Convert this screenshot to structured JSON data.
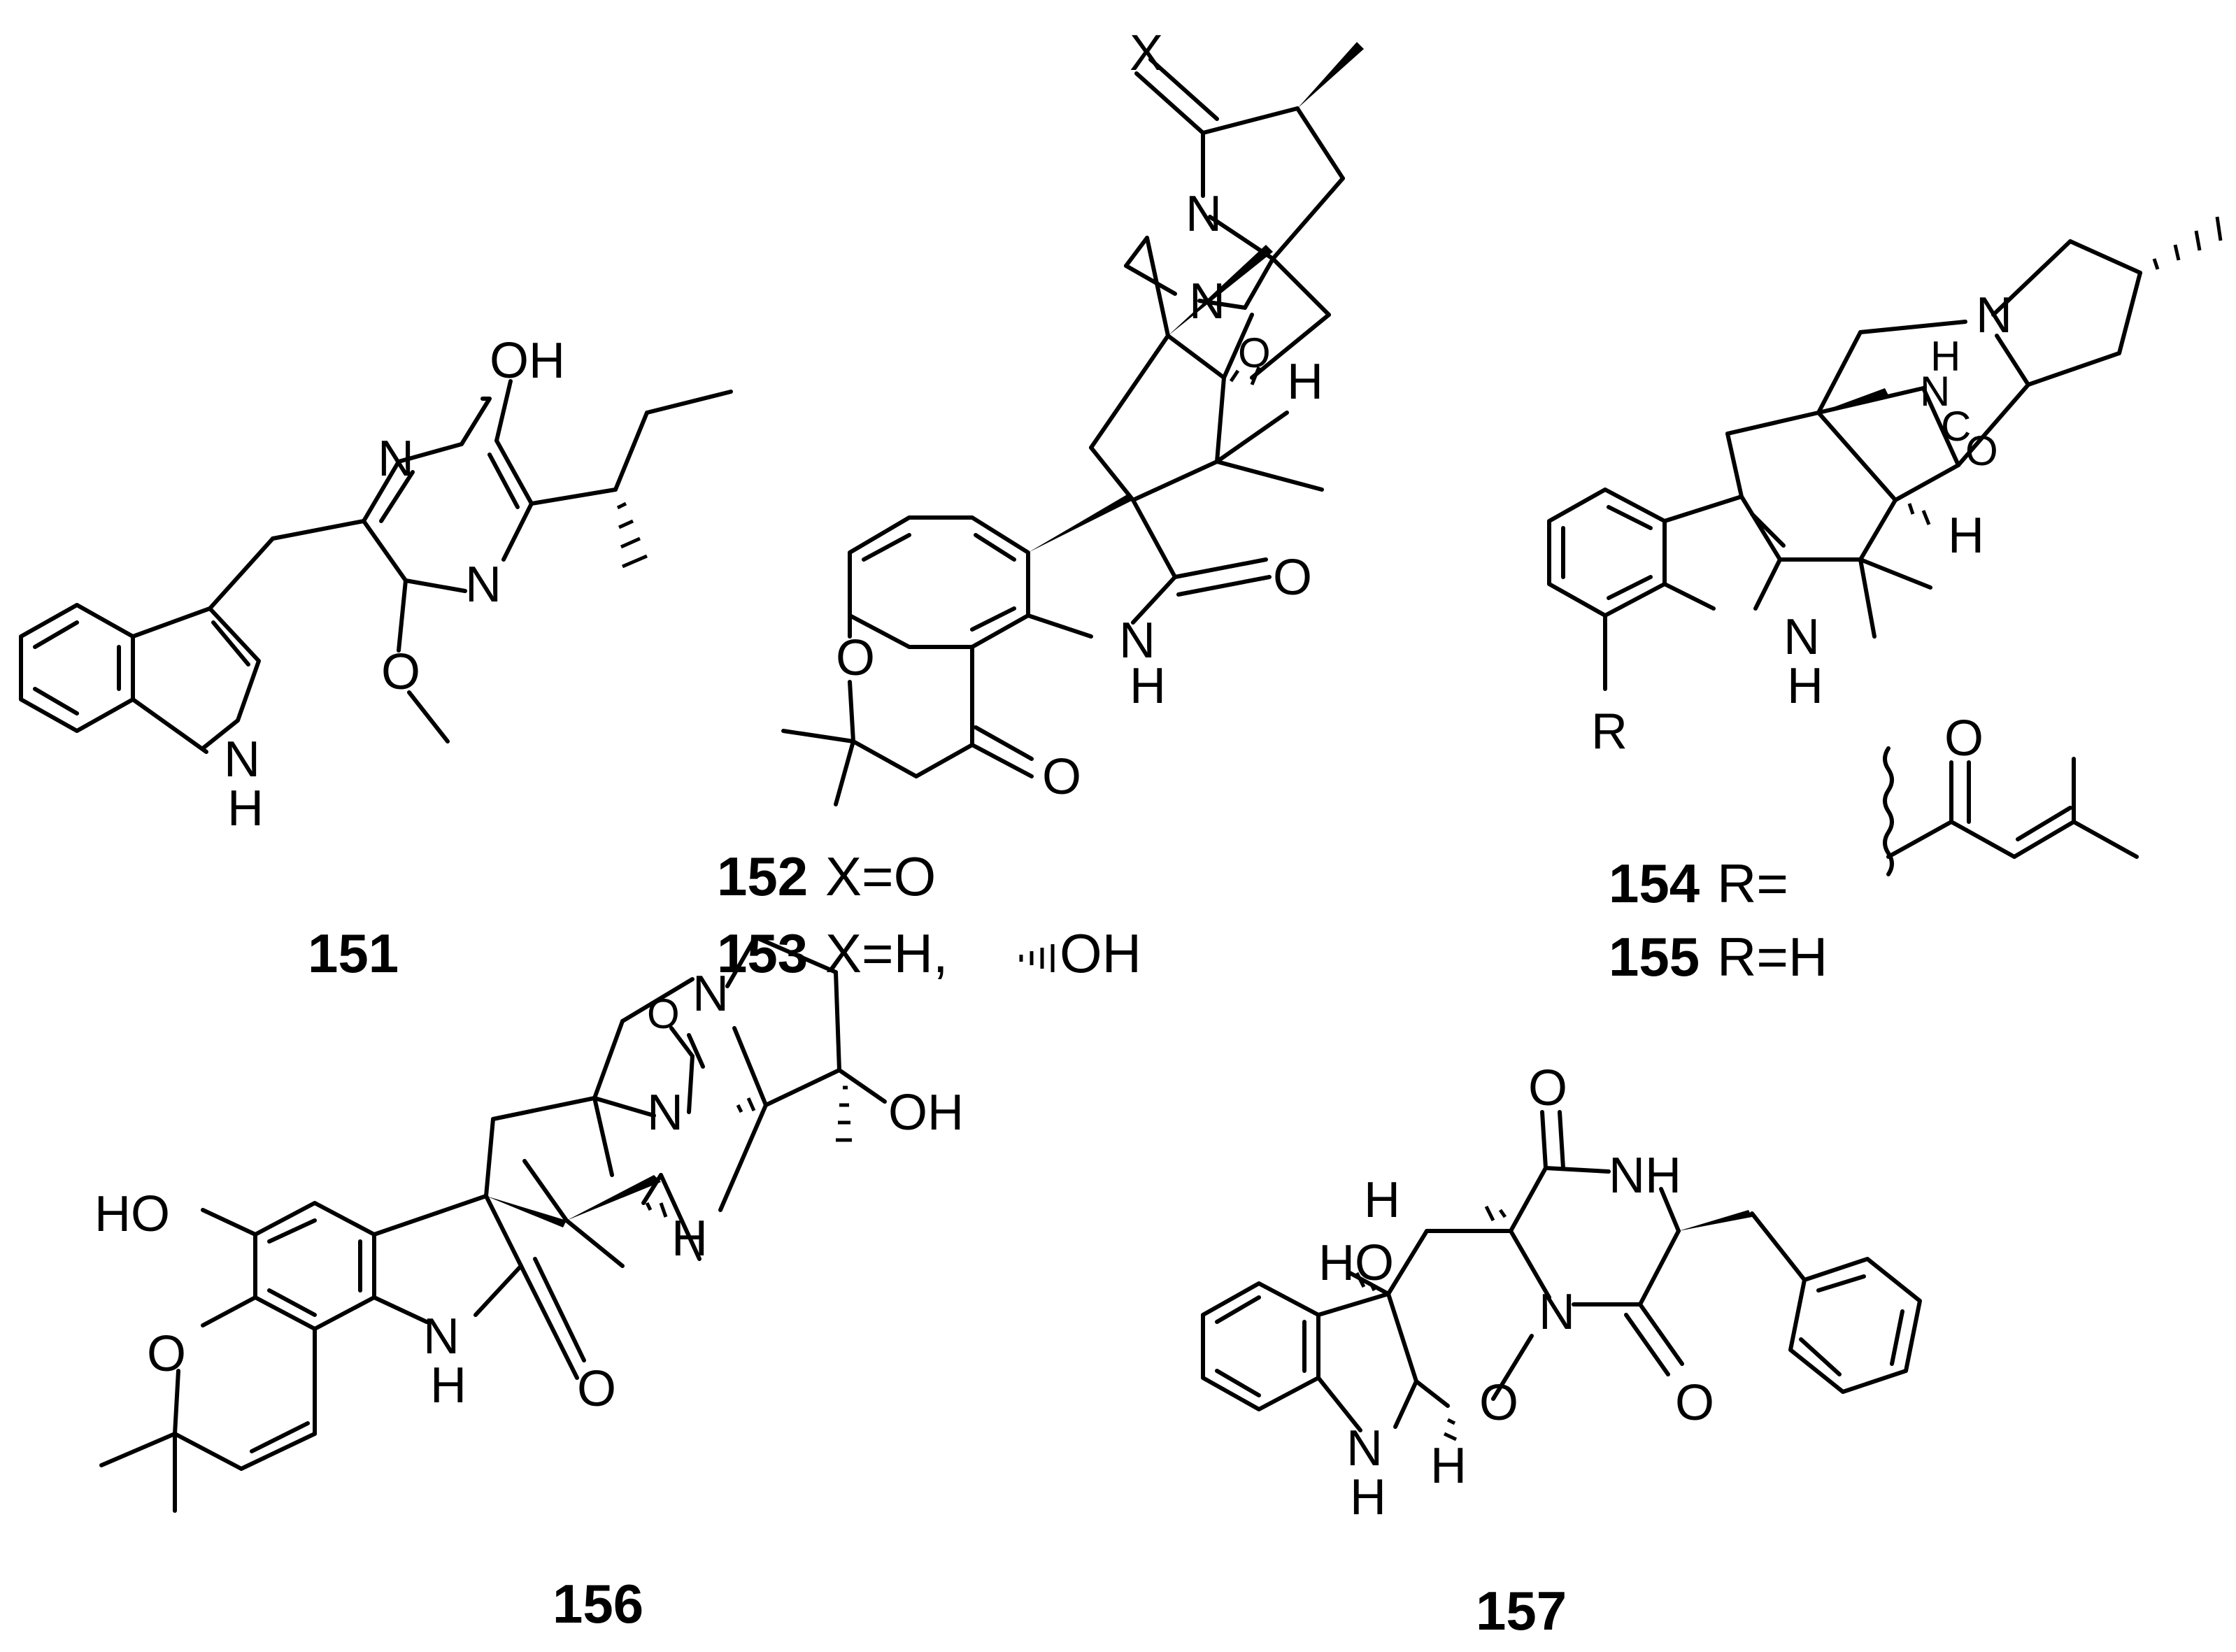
{
  "compounds": {
    "c151": {
      "id": "151"
    },
    "c152": {
      "id": "152",
      "substituent": "X=O"
    },
    "c153": {
      "id": "153",
      "substituent": "X=H,",
      "hydroxy": "OH"
    },
    "c154": {
      "id": "154",
      "substituent": "R="
    },
    "c155": {
      "id": "155",
      "substituent": "R=H"
    },
    "c156": {
      "id": "156"
    },
    "c157": {
      "id": "157"
    }
  },
  "atoms": {
    "oh": "OH",
    "ho": "HO",
    "n": "N",
    "nh": "NH",
    "h": "H",
    "o": "O",
    "x": "X",
    "r": "R",
    "c": "C"
  }
}
